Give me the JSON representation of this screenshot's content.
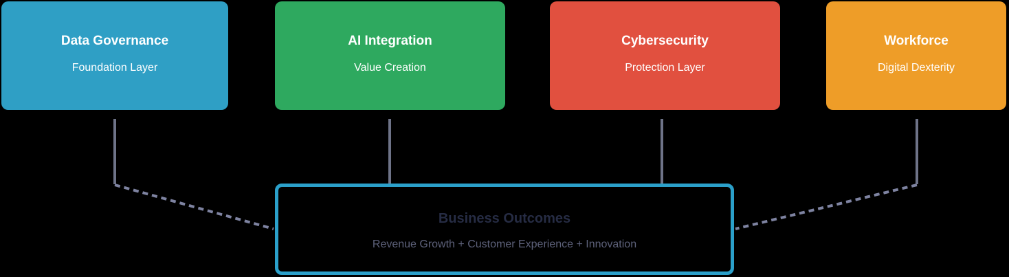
{
  "diagram": {
    "background_color": "#000000",
    "pillars": [
      {
        "title": "Data Governance",
        "subtitle": "Foundation Layer",
        "color": "#2F9FC5"
      },
      {
        "title": "AI Integration",
        "subtitle": "Value Creation",
        "color": "#2EA95F"
      },
      {
        "title": "Cybersecurity",
        "subtitle": "Protection Layer",
        "color": "#E1503F"
      },
      {
        "title": "Workforce",
        "subtitle": "Digital Dexterity",
        "color": "#EE9D28"
      }
    ],
    "outcome": {
      "title": "Business Outcomes",
      "subtitle": "Revenue Growth + Customer Experience + Innovation",
      "border_color": "#2BA0CA",
      "title_color": "#262C44",
      "subtitle_color": "#5D617A"
    },
    "connectors": {
      "solid_color": "#6E7388",
      "dashed_color": "#7E83A1"
    }
  }
}
